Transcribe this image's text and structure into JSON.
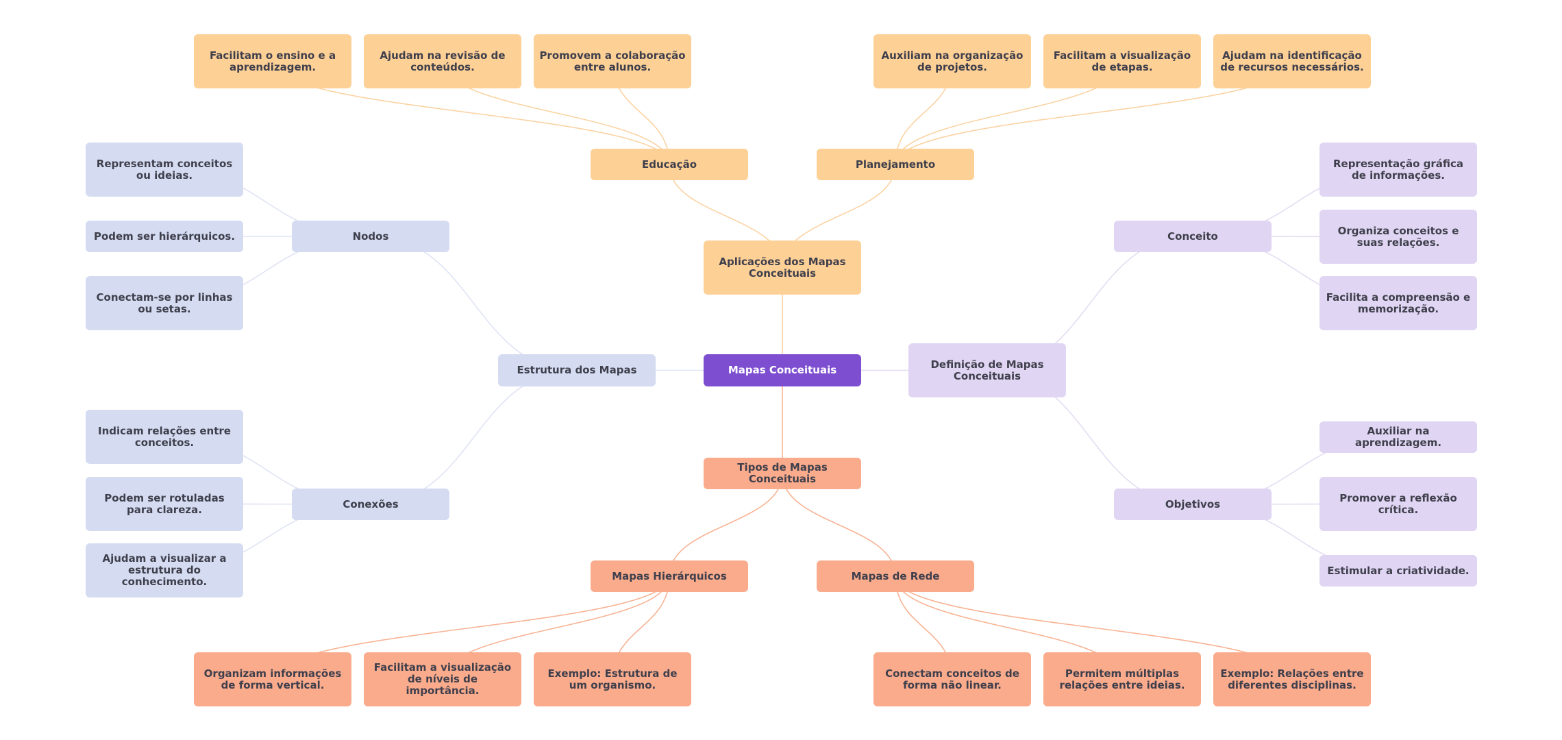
{
  "colors": {
    "root": "#7d4fd0",
    "aplicacoes": "#fdd096",
    "tipos": "#f9ab8c",
    "estrutura": "#d5dcf2",
    "definicao": "#e0d6f3",
    "link_aplicacoes": "#fbd3a3",
    "link_tipos": "#f8b394",
    "link_estrutura": "#dfe3f5",
    "link_definicao": "#e4dcf3"
  },
  "root": "Mapas Conceituais",
  "aplicacoes": {
    "label": "Aplicações dos Mapas Conceituais",
    "educacao": {
      "label": "Educação",
      "items": [
        "Facilitam o ensino e a aprendizagem.",
        "Ajudam na revisão de conteúdos.",
        "Promovem a colaboração entre alunos."
      ]
    },
    "planejamento": {
      "label": "Planejamento",
      "items": [
        "Auxiliam na organização de projetos.",
        "Facilitam a visualização de etapas.",
        "Ajudam na identificação de recursos necessários."
      ]
    }
  },
  "tipos": {
    "label": "Tipos de Mapas Conceituais",
    "hierarquicos": {
      "label": "Mapas Hierárquicos",
      "items": [
        "Organizam informações de forma vertical.",
        "Facilitam a visualização de níveis de importância.",
        "Exemplo: Estrutura de um organismo."
      ]
    },
    "rede": {
      "label": "Mapas de Rede",
      "items": [
        "Conectam conceitos de forma não linear.",
        "Permitem múltiplas relações entre ideias.",
        "Exemplo: Relações entre diferentes disciplinas."
      ]
    }
  },
  "estrutura": {
    "label": "Estrutura dos Mapas",
    "nodos": {
      "label": "Nodos",
      "items": [
        "Representam conceitos ou ideias.",
        "Podem ser hierárquicos.",
        "Conectam-se por linhas ou setas."
      ]
    },
    "conexoes": {
      "label": "Conexões",
      "items": [
        "Indicam relações entre conceitos.",
        "Podem ser rotuladas para clareza.",
        "Ajudam a visualizar a estrutura do conhecimento."
      ]
    }
  },
  "definicao": {
    "label": "Definição de Mapas Conceituais",
    "conceito": {
      "label": "Conceito",
      "items": [
        "Representação gráfica de informações.",
        "Organiza conceitos e suas relações.",
        "Facilita a compreensão e memorização."
      ]
    },
    "objetivos": {
      "label": "Objetivos",
      "items": [
        "Auxiliar na aprendizagem.",
        "Promover a reflexão crítica.",
        "Estimular a criatividade."
      ]
    }
  }
}
